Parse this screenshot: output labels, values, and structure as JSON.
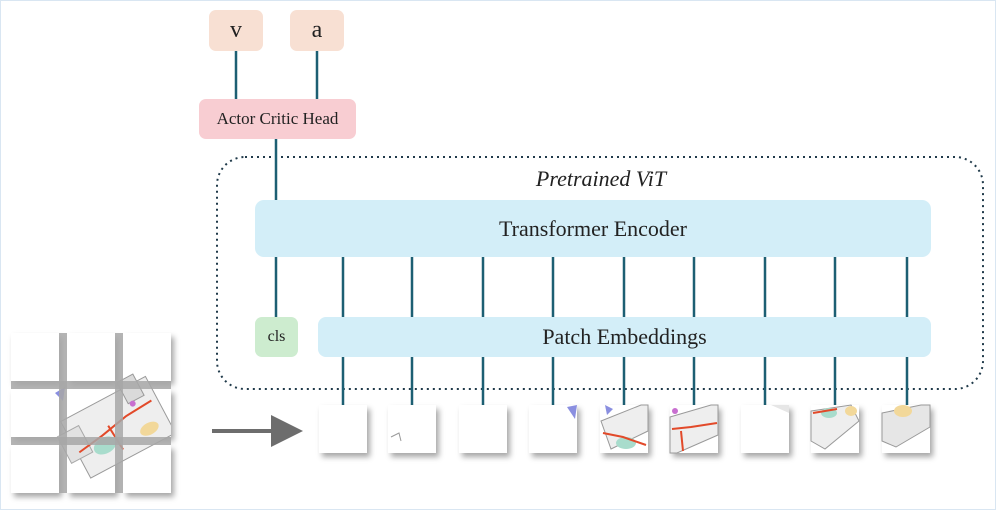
{
  "outputs": {
    "value_label": "v",
    "action_label": "a"
  },
  "head": {
    "label": "Actor Critic Head"
  },
  "vit": {
    "label": "Pretrained ViT"
  },
  "encoder": {
    "label": "Transformer Encoder"
  },
  "cls_token": {
    "label": "cls"
  },
  "embeddings": {
    "label": "Patch Embeddings"
  },
  "colors": {
    "output_box": "#f8e0d3",
    "head_box": "#f8cdd2",
    "encoder_box": "#d3eef8",
    "embedding_box": "#d3eef8",
    "cls_box": "#cdeccf",
    "connector": "#1d5f73",
    "dashed_border": "#203a4a",
    "arrow": "#6d6d6d"
  },
  "icons": {
    "arrow": "right-arrow-icon"
  }
}
